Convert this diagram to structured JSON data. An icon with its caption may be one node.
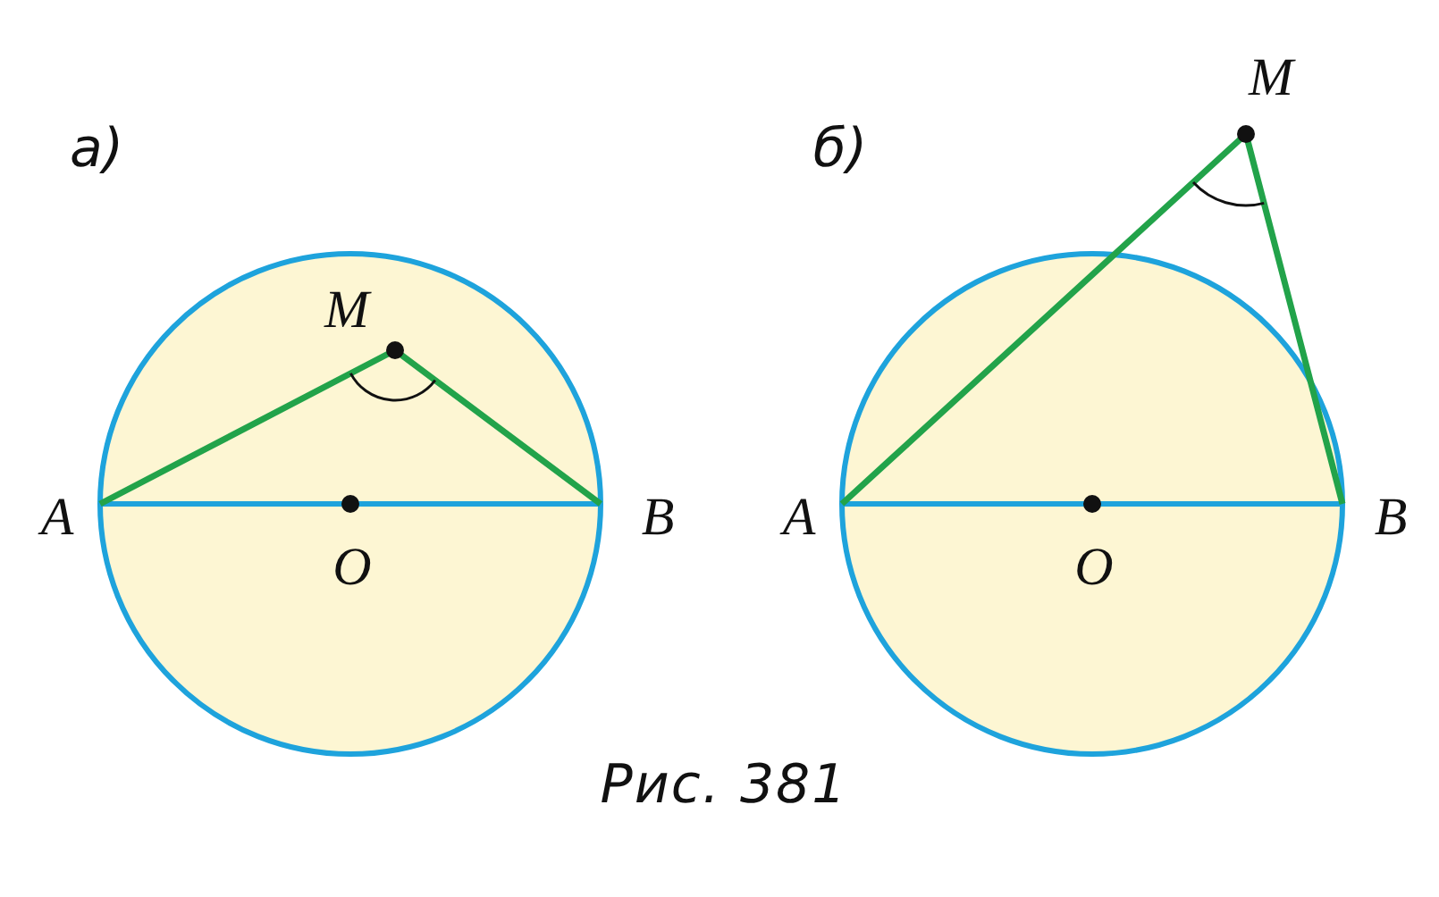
{
  "diagram": {
    "labels": [
      "а)",
      "M",
      "A",
      "O",
      "B",
      "б)",
      "M",
      "A",
      "O",
      "B",
      "Рис. 381"
    ]
  }
}
